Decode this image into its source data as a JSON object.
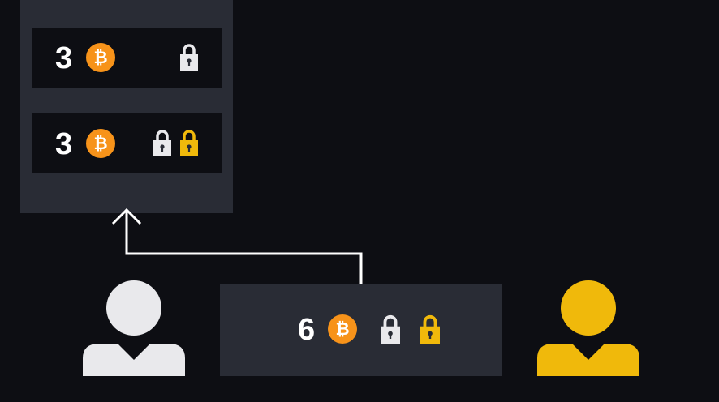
{
  "colors": {
    "background": "#0d0e13",
    "panel": "#292c35",
    "bitcoin_orange": "#f7931a",
    "user_white": "#e9e9ec",
    "user_yellow": "#f0b90b",
    "arrow": "#ffffff"
  },
  "bitcoin_symbol": "₿",
  "wallet": {
    "outputs": [
      {
        "amount": "3",
        "locks": [
          "white"
        ]
      },
      {
        "amount": "3",
        "locks": [
          "white",
          "yellow"
        ]
      }
    ]
  },
  "transaction": {
    "amount": "6",
    "locks": [
      "white",
      "yellow"
    ]
  },
  "icons": {
    "coin": "bitcoin-icon",
    "lock": "padlock-icon",
    "person": "user-icon",
    "arrow": "arrow-up-icon"
  }
}
